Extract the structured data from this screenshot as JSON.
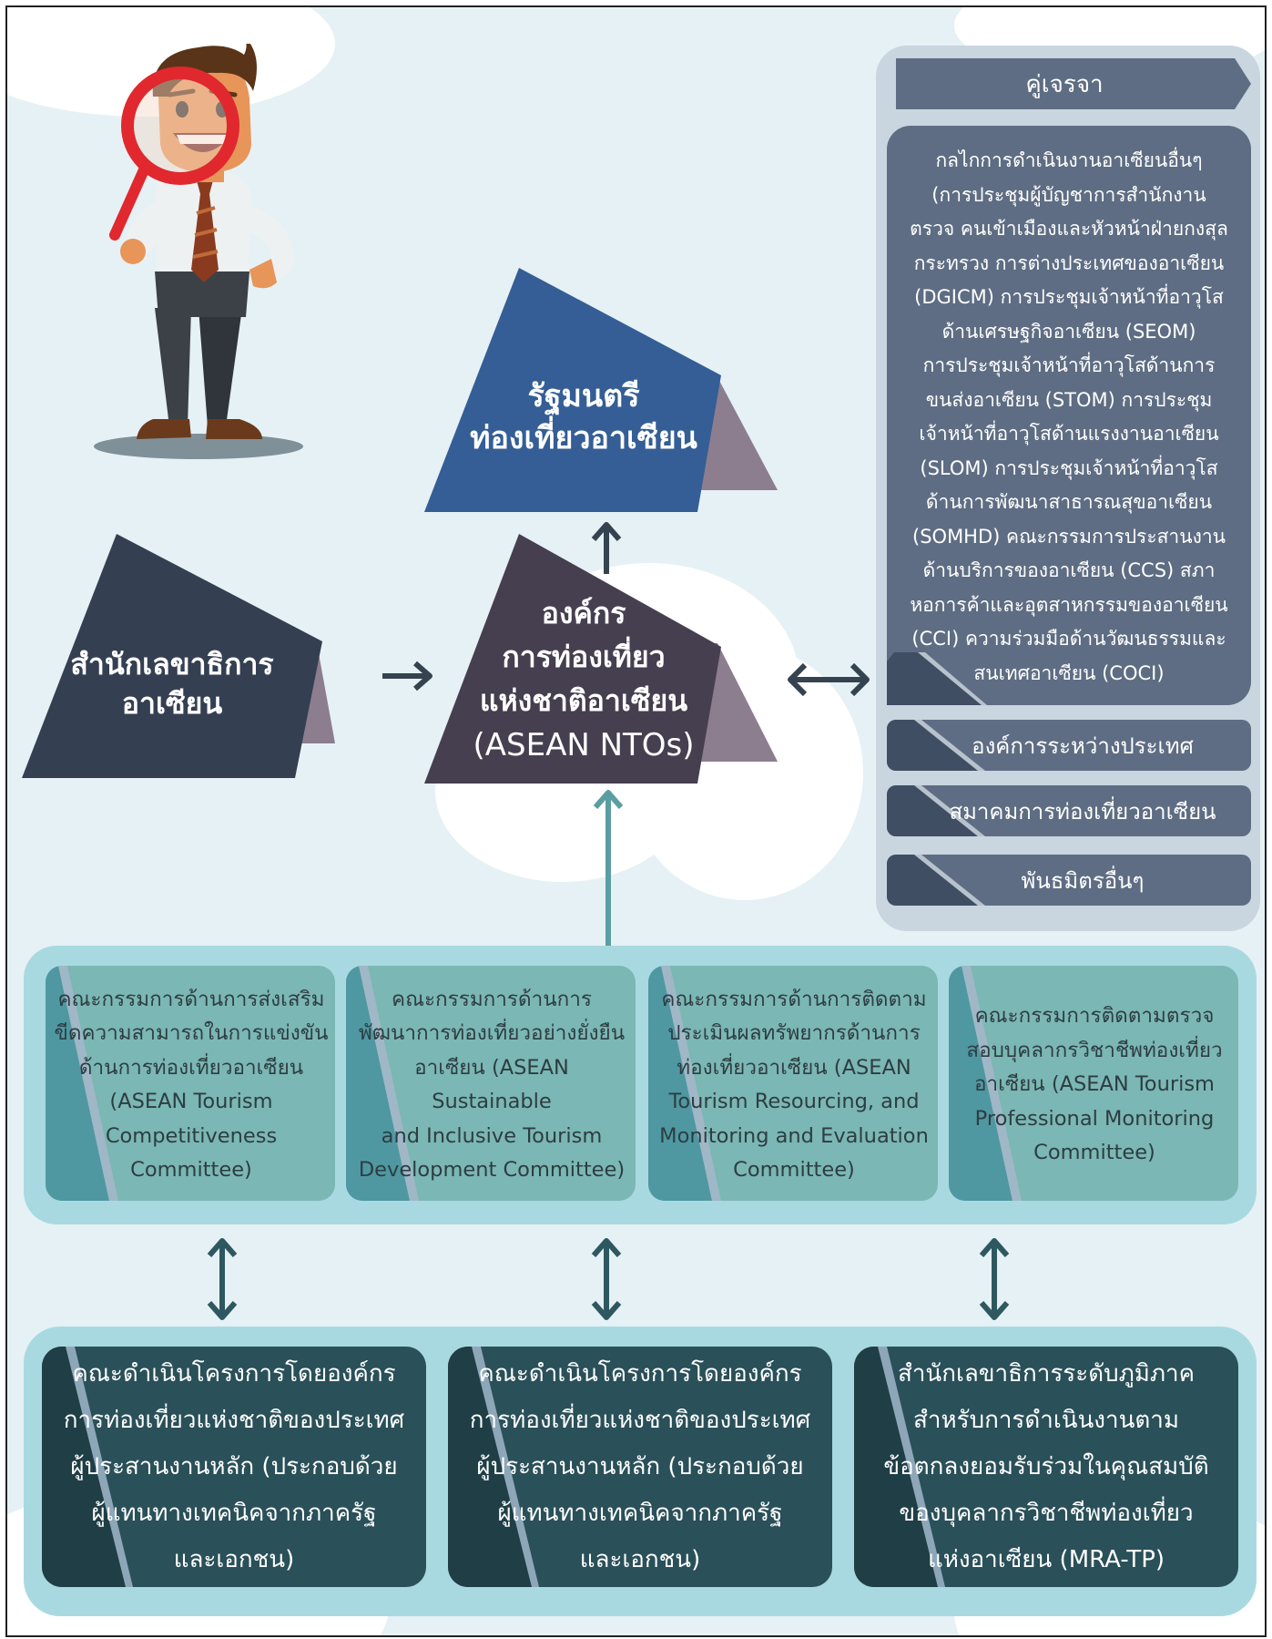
{
  "colors": {
    "background": "#e6f1f5",
    "navy_box": "#343f52",
    "nto_box": "#463f4f",
    "blue_box": "#345e95",
    "fold_mauve": "#8c7d8f",
    "panel_bg": "#c9d5df",
    "panel_box": "#5e6d83",
    "committee_band": "#a9d9e0",
    "committee_card": "#7bb7b4",
    "ops_card": "#2a5059",
    "arrow_dark": "#34434f",
    "arrow_teal": "#5b9ea2"
  },
  "secretariat": {
    "line1": "สำนักเลขาธิการ",
    "line2": "อาเซียน"
  },
  "ministers": {
    "line1": "รัฐมนตรี",
    "line2": "ท่องเที่ยวอาเซียน"
  },
  "ntos": {
    "line1": "องค์กร",
    "line2": "การท่องเที่ยว",
    "line3": "แห่งชาติอาเซียน",
    "line4": "(ASEAN NTOs)"
  },
  "partners": {
    "header": "คู่เจรจา",
    "mechanisms": "กลไกการดำเนินงานอาเซียนอื่นๆ\n(การประชุมผู้บัญชาการสำนักงาน\nตรวจ คนเข้าเมืองและหัวหน้าฝ่ายกงสุล\nกระทรวง การต่างประเทศของอาเซียน\n(DGICM) การประชุมเจ้าหน้าที่อาวุโส\nด้านเศรษฐกิจอาเซียน (SEOM)\nการประชุมเจ้าหน้าที่อาวุโสด้านการ\nขนส่งอาเซียน (STOM) การประชุม\nเจ้าหน้าที่อาวุโสด้านแรงงานอาเซียน\n(SLOM) การประชุมเจ้าหน้าที่อาวุโส\nด้านการพัฒนาสาธารณสุขอาเซียน\n(SOMHD) คณะกรรมการประสานงาน\nด้านบริการของอาเซียน (CCS) สภา\nหอการค้าและอุตสาหกรรมของอาเซียน\n(CCI) ความร่วมมือด้านวัฒนธรรมและ\nสนเทศอาเซียน (COCI)",
    "items": [
      "องค์การระหว่างประเทศ",
      "สมาคมการท่องเที่ยวอาเซียน",
      "พันธมิตรอื่นๆ"
    ]
  },
  "committees": [
    "คณะกรรมการด้านการส่งเสริม\nขีดความสามารถในการแข่งขัน\nด้านการท่องเที่ยวอาเซียน\n(ASEAN Tourism\nCompetitiveness\nCommittee)",
    "คณะกรรมการด้านการ\nพัฒนาการท่องเที่ยวอย่างยั่งยืน\nอาเซียน (ASEAN Sustainable\nand Inclusive Tourism\nDevelopment Committee)",
    "คณะกรรมการด้านการติดตาม\nประเมินผลทรัพยากรด้านการ\nท่องเที่ยวอาเซียน (ASEAN\nTourism Resourcing, and\nMonitoring and Evaluation\nCommittee)",
    "คณะกรรมการติดตามตรวจ\nสอบบุคลากรวิชาชีพท่องเที่ยว\nอาเซียน (ASEAN Tourism\nProfessional Monitoring\nCommittee)"
  ],
  "operations": [
    "คณะดำเนินโครงการโดยองค์กร\nการท่องเที่ยวแห่งชาติของประเทศ\nผู้ประสานงานหลัก (ประกอบด้วย\nผู้แทนทางเทคนิคจากภาครัฐ\nและเอกชน)",
    "คณะดำเนินโครงการโดยองค์กร\nการท่องเที่ยวแห่งชาติของประเทศ\nผู้ประสานงานหลัก (ประกอบด้วย\nผู้แทนทางเทคนิคจากภาครัฐ\nและเอกชน)",
    "สำนักเลขาธิการระดับภูมิภาค\nสำหรับการดำเนินงานตาม\nข้อตกลงยอมรับร่วมในคุณสมบัติ\nของบุคลากรวิชาชีพท่องเที่ยว\nแห่งอาเซียน (MRA-TP)"
  ]
}
